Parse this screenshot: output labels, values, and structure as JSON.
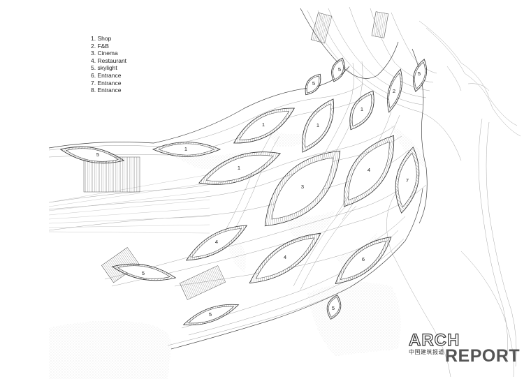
{
  "legend": [
    "1. Shop",
    "2. F&B",
    "3. Cinema",
    "4. Restaurant",
    "5. skylight",
    "6. Entrance",
    "7. Entrance",
    "8. Entrance"
  ],
  "rooms": [
    "5",
    "5",
    "2",
    "5",
    "1",
    "1",
    "1",
    "5",
    "1",
    "1",
    "3",
    "4",
    "7",
    "4",
    "4",
    "6",
    "5",
    "5"
  ],
  "watermark": {
    "top": "ARCH",
    "chinese": "中国建筑报道",
    "bottom": "REPORT"
  }
}
